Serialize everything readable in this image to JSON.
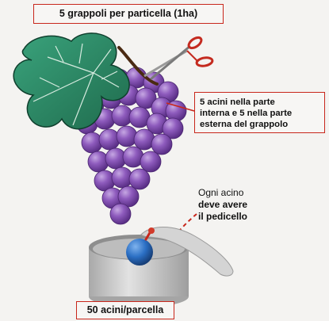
{
  "title": "5 grappoli per particella (1ha)",
  "callout": {
    "line1": "5 acini nella parte",
    "line2": "interna e 5 nella parte",
    "line3": "esterna del grappolo"
  },
  "note": {
    "line1": "Ogni acino",
    "line2": "deve avere",
    "line3": "il pedicello"
  },
  "bottom_label": "50 acini/parcella",
  "colors": {
    "border_accent": "#c8261b",
    "grape": "#8a57b6",
    "leaf": "#2f8a68",
    "container": "#c9c9c9",
    "berry_in_container": "#2b6fc4"
  },
  "icons": [
    "grape-bunch",
    "vine-leaf",
    "scissors-icon",
    "arrow-icon",
    "container-icon",
    "berry-icon"
  ]
}
